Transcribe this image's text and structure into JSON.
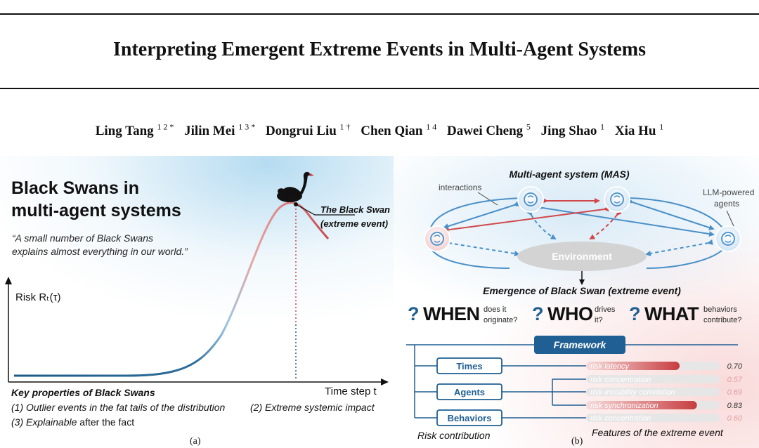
{
  "paper": {
    "title": "Interpreting Emergent Extreme Events in Multi-Agent Systems",
    "authors": [
      {
        "name": "Ling Tang",
        "aff": "1 2 *"
      },
      {
        "name": "Jilin Mei",
        "aff": "1 3 *"
      },
      {
        "name": "Dongrui Liu",
        "aff": "1 †"
      },
      {
        "name": "Chen Qian",
        "aff": "1 4"
      },
      {
        "name": "Dawei Cheng",
        "aff": "5"
      },
      {
        "name": "Jing Shao",
        "aff": "1"
      },
      {
        "name": "Xia Hu",
        "aff": "1"
      }
    ]
  },
  "panel_a": {
    "heading_line1": "Black Swans in",
    "heading_line2": "multi-agent systems",
    "quote_line1": "“A small number of Black Swans",
    "quote_line2": "explains almost everything in our world.”",
    "y_label": "Risk Rₜ(τ)",
    "x_label": "Time step t",
    "swan_label_line1": "The Black Swan",
    "swan_label_line2": "(extreme event)",
    "key_title": "Key properties of Black Swans",
    "prop1": "(1) Outlier events in the fat tails of the distribution",
    "prop2": "(2) Extreme systemic impact",
    "prop3_italic": "(3) Explainable ",
    "prop3_plain": "after the fact",
    "caption": "(a)"
  },
  "panel_b": {
    "mas_title": "Multi-agent system (MAS)",
    "interactions_label": "interactions",
    "agents_label_line1": "LLM-powered",
    "agents_label_line2": "agents",
    "environment_label": "Environment",
    "emergence_label": "Emergence of Black Swan (extreme event)",
    "questions": [
      {
        "mark": "?",
        "word": "WHEN",
        "sub1": "does it",
        "sub2": "originate?"
      },
      {
        "mark": "?",
        "word": "WHO",
        "sub1": "drives",
        "sub2": "it?"
      },
      {
        "mark": "?",
        "word": "WHAT",
        "sub1": "behaviors",
        "sub2": "contribute?"
      }
    ],
    "framework_label": "Framework",
    "categories": [
      "Times",
      "Agents",
      "Behaviors"
    ],
    "features": [
      {
        "name": "risk latency",
        "value": "0.70",
        "level": 0.7
      },
      {
        "name": "risk concentration",
        "value": "0.57",
        "level": 0.0
      },
      {
        "name": "risk-instability correlation",
        "value": "0.69",
        "level": 0.0
      },
      {
        "name": "risk synchronization",
        "value": "0.83",
        "level": 0.83
      },
      {
        "name": "risk concentration",
        "value": "0.60",
        "level": 0.0
      }
    ],
    "risk_contribution_label": "Risk contribution",
    "features_label": "Features of the extreme event",
    "caption": "(b)",
    "colors": {
      "blue": "#1f5f93",
      "red": "#d0484b",
      "agent_blue": "#4a90c8"
    }
  }
}
